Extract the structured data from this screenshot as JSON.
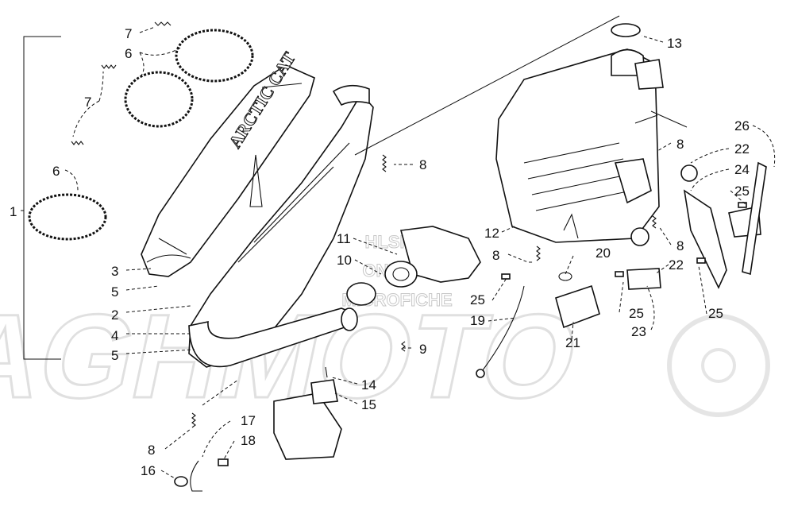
{
  "watermark": {
    "brand": "AGHMOTO",
    "line1": "HLSMS",
    "line2": "ONLINE",
    "line3": "MICROFICHE"
  },
  "decal_text": "ARCTIC CAT",
  "callouts": [
    {
      "id": "c1",
      "label": "1"
    },
    {
      "id": "c2",
      "label": "2"
    },
    {
      "id": "c3",
      "label": "3"
    },
    {
      "id": "c4",
      "label": "4"
    },
    {
      "id": "c5a",
      "label": "5"
    },
    {
      "id": "c5b",
      "label": "5"
    },
    {
      "id": "c6a",
      "label": "6"
    },
    {
      "id": "c6b",
      "label": "6"
    },
    {
      "id": "c7a",
      "label": "7"
    },
    {
      "id": "c7b",
      "label": "7"
    },
    {
      "id": "c8a",
      "label": "8"
    },
    {
      "id": "c8b",
      "label": "8"
    },
    {
      "id": "c8c",
      "label": "8"
    },
    {
      "id": "c8d",
      "label": "8"
    },
    {
      "id": "c8e",
      "label": "8"
    },
    {
      "id": "c9",
      "label": "9"
    },
    {
      "id": "c10",
      "label": "10"
    },
    {
      "id": "c11",
      "label": "11"
    },
    {
      "id": "c12",
      "label": "12"
    },
    {
      "id": "c13",
      "label": "13"
    },
    {
      "id": "c14",
      "label": "14"
    },
    {
      "id": "c15",
      "label": "15"
    },
    {
      "id": "c16",
      "label": "16"
    },
    {
      "id": "c17",
      "label": "17"
    },
    {
      "id": "c18",
      "label": "18"
    },
    {
      "id": "c19",
      "label": "19"
    },
    {
      "id": "c20",
      "label": "20"
    },
    {
      "id": "c21",
      "label": "21"
    },
    {
      "id": "c22a",
      "label": "22"
    },
    {
      "id": "c22b",
      "label": "22"
    },
    {
      "id": "c23",
      "label": "23"
    },
    {
      "id": "c24",
      "label": "24"
    },
    {
      "id": "c25a",
      "label": "25"
    },
    {
      "id": "c25b",
      "label": "25"
    },
    {
      "id": "c25c",
      "label": "25"
    },
    {
      "id": "c25d",
      "label": "25"
    },
    {
      "id": "c26",
      "label": "26"
    }
  ]
}
